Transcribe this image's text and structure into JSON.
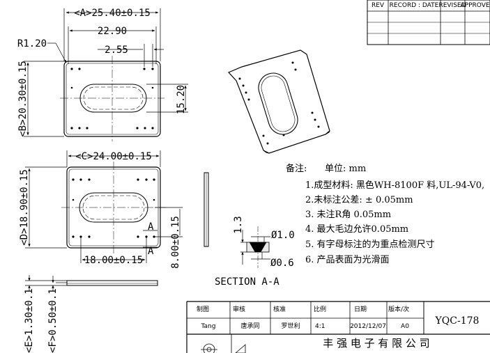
{
  "revision_table": {
    "headers": [
      "REV",
      "RECORD : DATE",
      "REVISED",
      "APPROVED"
    ]
  },
  "dimensions": {
    "a": "<A>25.40±0.15",
    "w_inner": "22.90",
    "hole_offset": "2.55",
    "radius": "R1.20",
    "b": "<B>20.30±0.15",
    "slot_h": "15.20",
    "c": "<C>24.00±0.15",
    "d": "<D>18.90±0.15",
    "bottom_w": "18.00±0.15",
    "bottom_h": "8.00±0.15",
    "e": "<E>1.30±0.1",
    "f": "<F>0.50±0.1",
    "sec_h": "1.3",
    "sec_d1": "Ø1.0",
    "sec_d2": "Ø0.6",
    "section_label": "SECTION A-A",
    "section_mark_a": "A"
  },
  "notes": {
    "title": "备注:",
    "unit": "单位: mm",
    "lines": [
      "1.成型材料: 黑色WH-8100F 料,UL-94-V0,",
      "2.未标注公差:  ± 0.05mm",
      "3. 未注R角 0.05mm",
      "4. 最大毛边允许0.05mm",
      "5. 有字母标注的为重点检测尺寸",
      "6. 产品表面为光滑面"
    ]
  },
  "title_block": {
    "headers": [
      "制图",
      "审核",
      "核准",
      "比例",
      "日期",
      "版本/次"
    ],
    "values": [
      "Tang",
      "唐承同",
      "罗世利",
      "4:1",
      "2012/12/07",
      "A0"
    ],
    "part_no": "YQC-178",
    "company": "丰 强 电 子 有 限 公 司"
  }
}
